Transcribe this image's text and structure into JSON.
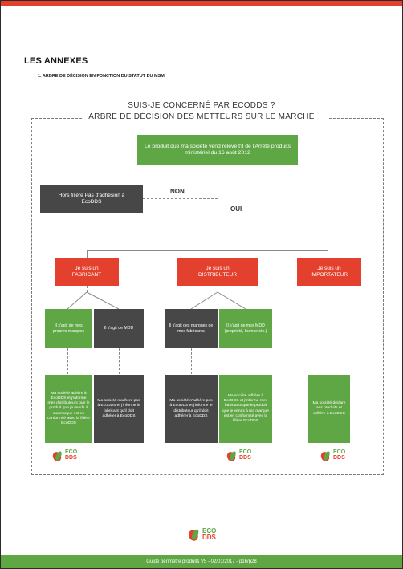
{
  "header": {
    "title": "LES ANNEXES",
    "subtitle": "1. ARBRE DE DÉCISION EN FONCTION DU STATUT DU MSM"
  },
  "diagram": {
    "title_line1": "SUIS-JE CONCERNÉ PAR ECODDS ?",
    "title_line2": "ARBRE DE DÉCISION DES METTEURS SUR LE MARCHÉ",
    "question": "Le produit que ma société vend relève t'il de l'Arrêté produits ministériel du 16 août 2012",
    "non_label": "NON",
    "oui_label": "OUI",
    "hors_filiere": "Hors filière Pas d'adhésion à EcoDDS",
    "roles": {
      "fabricant": "Je suis un FABRICANT",
      "distributeur": "Je suis un DISTRIBUTEUR",
      "importateur": "Je suis un IMPORTATEUR"
    },
    "cases": {
      "fab_propres": "Il s'agit de mes propres marques",
      "fab_mdd": "Il s'agit de MDD",
      "dist_fabricants": "Il s'agit des marques de mes fabricants",
      "dist_mdd": "Il s'agit de mes MDD (propriété, licence etc.)"
    },
    "outcomes": {
      "fab_propres": "Ma société adhère à EcoDDS et j'informe mes distributeurs que le produit que je vends à ma marque est en conformité avec la filière EcoDDS",
      "fab_mdd": "Ma société n'adhère pas à EcoDDS et j'informe le fabricant qu'il doit adhérer à EcoDDS",
      "dist_fabricants": "Ma société n'adhère pas à EcoDDS et j'informe le distributeur qu'il doit adhérer à EcoDDS",
      "dist_mdd": "Ma société adhère à EcoDDS et j'informe mes fabricants que le produit que je vends à ma marque est en conformité avec la filière EcoDDS",
      "importateur": "Ma société déclare ses produits et adhère à EcoDDS"
    }
  },
  "logo": {
    "line1": "ECO",
    "line2": "DDS"
  },
  "footer": {
    "text": "Guide périmètre produits V5 - 02/01/2017 - p16/p28"
  },
  "colors": {
    "green": "#5fa645",
    "red": "#e3412d",
    "dark": "#474747"
  }
}
